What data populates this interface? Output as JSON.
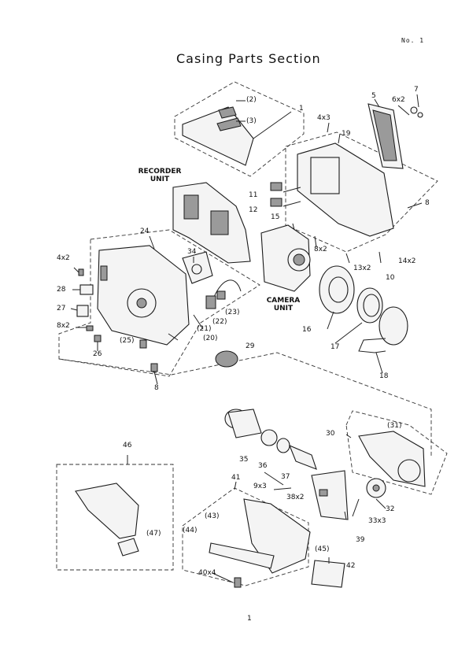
{
  "page_number_label": "No. 1",
  "title": "Casing Parts Section",
  "footer_page": "1",
  "unit_labels": {
    "recorder_unit": [
      "RECORDER",
      "UNIT"
    ],
    "camera_unit": [
      "CAMERA",
      "UNIT"
    ]
  },
  "part_labels": [
    "(2)",
    "(3)",
    "1",
    "4x3",
    "5",
    "6x2",
    "7",
    "19",
    "11",
    "12",
    "8",
    "15",
    "8x2",
    "13x2",
    "14x2",
    "10",
    "24",
    "34",
    "4x2",
    "28",
    "27",
    "8x2",
    "(23)",
    "(22)",
    "(21)",
    "(20)",
    "(25)",
    "26",
    "29",
    "16",
    "17",
    "18",
    "8",
    "46",
    "30",
    "(31)",
    "35",
    "36",
    "37",
    "41",
    "9x3",
    "38x2",
    "32",
    "33x3",
    "(43)",
    "(44)",
    "(45)",
    "39",
    "(47)",
    "42",
    "40x4"
  ]
}
